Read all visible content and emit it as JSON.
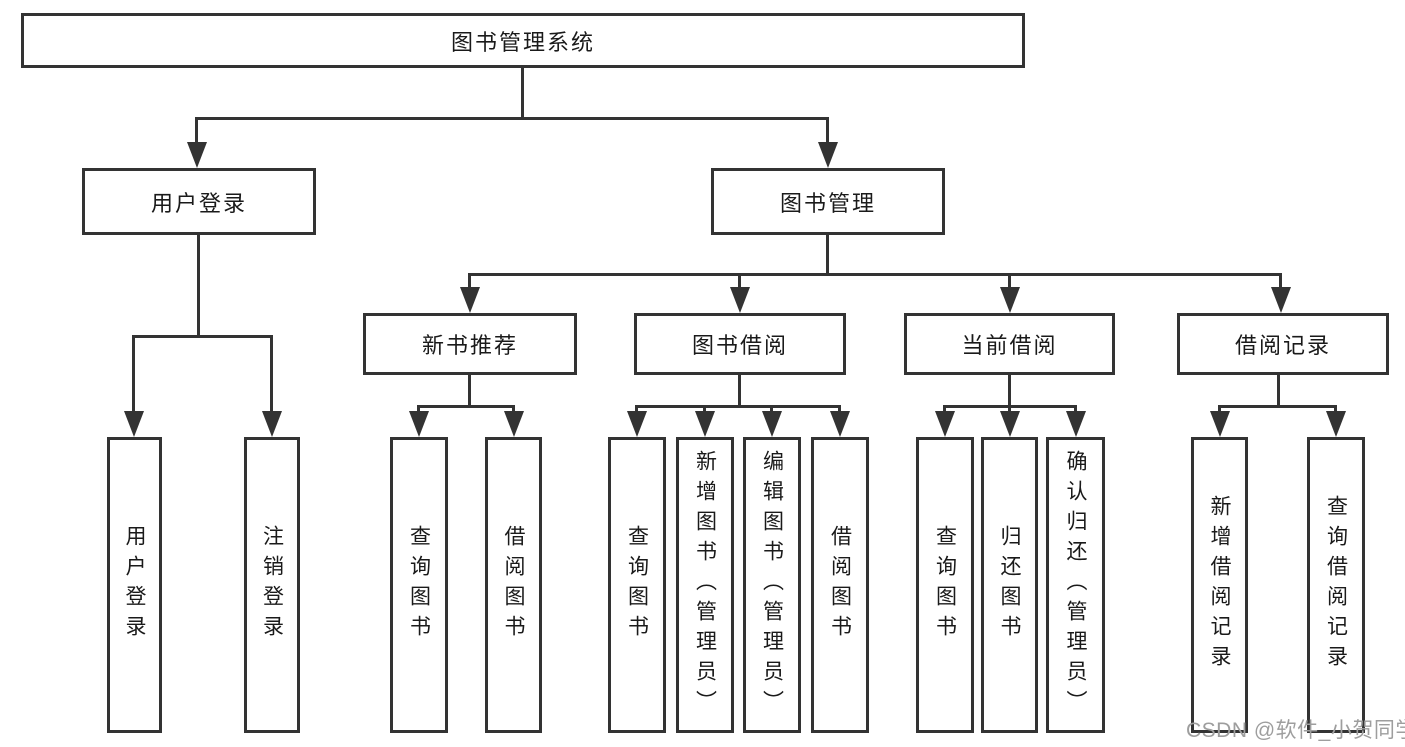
{
  "diagram_title": "图书管理系统",
  "nodes": {
    "root": "图书管理系统",
    "user_login": "用户登录",
    "book_mgmt": "图书管理",
    "new_book_rec": "新书推荐",
    "book_borrow": "图书借阅",
    "current_borrow": "当前借阅",
    "borrow_record": "借阅记录",
    "leaf_user_login": "用户登录",
    "leaf_logout": "注销登录",
    "leaf_nb_query": "查询图书",
    "leaf_nb_borrow": "借阅图书",
    "leaf_bb_query": "查询图书",
    "leaf_bb_add": "新增图书（管理员）",
    "leaf_bb_edit": "编辑图书（管理员）",
    "leaf_bb_borrow": "借阅图书",
    "leaf_cb_query": "查询图书",
    "leaf_cb_return": "归还图书",
    "leaf_cb_confirm": "确认归还（管理员）",
    "leaf_br_add": "新增借阅记录",
    "leaf_br_query": "查询借阅记录"
  },
  "hierarchy": {
    "图书管理系统": {
      "用户登录": [
        "用户登录",
        "注销登录"
      ],
      "图书管理": {
        "新书推荐": [
          "查询图书",
          "借阅图书"
        ],
        "图书借阅": [
          "查询图书",
          "新增图书（管理员）",
          "编辑图书（管理员）",
          "借阅图书"
        ],
        "当前借阅": [
          "查询图书",
          "归还图书",
          "确认归还（管理员）"
        ],
        "借阅记录": [
          "新增借阅记录",
          "查询借阅记录"
        ]
      }
    }
  },
  "watermark": "CSDN @软件_小贺同学",
  "colors": {
    "line": "#333333",
    "text": "#1a1a1a",
    "watermark": "#9e9e9e",
    "background": "#ffffff"
  }
}
